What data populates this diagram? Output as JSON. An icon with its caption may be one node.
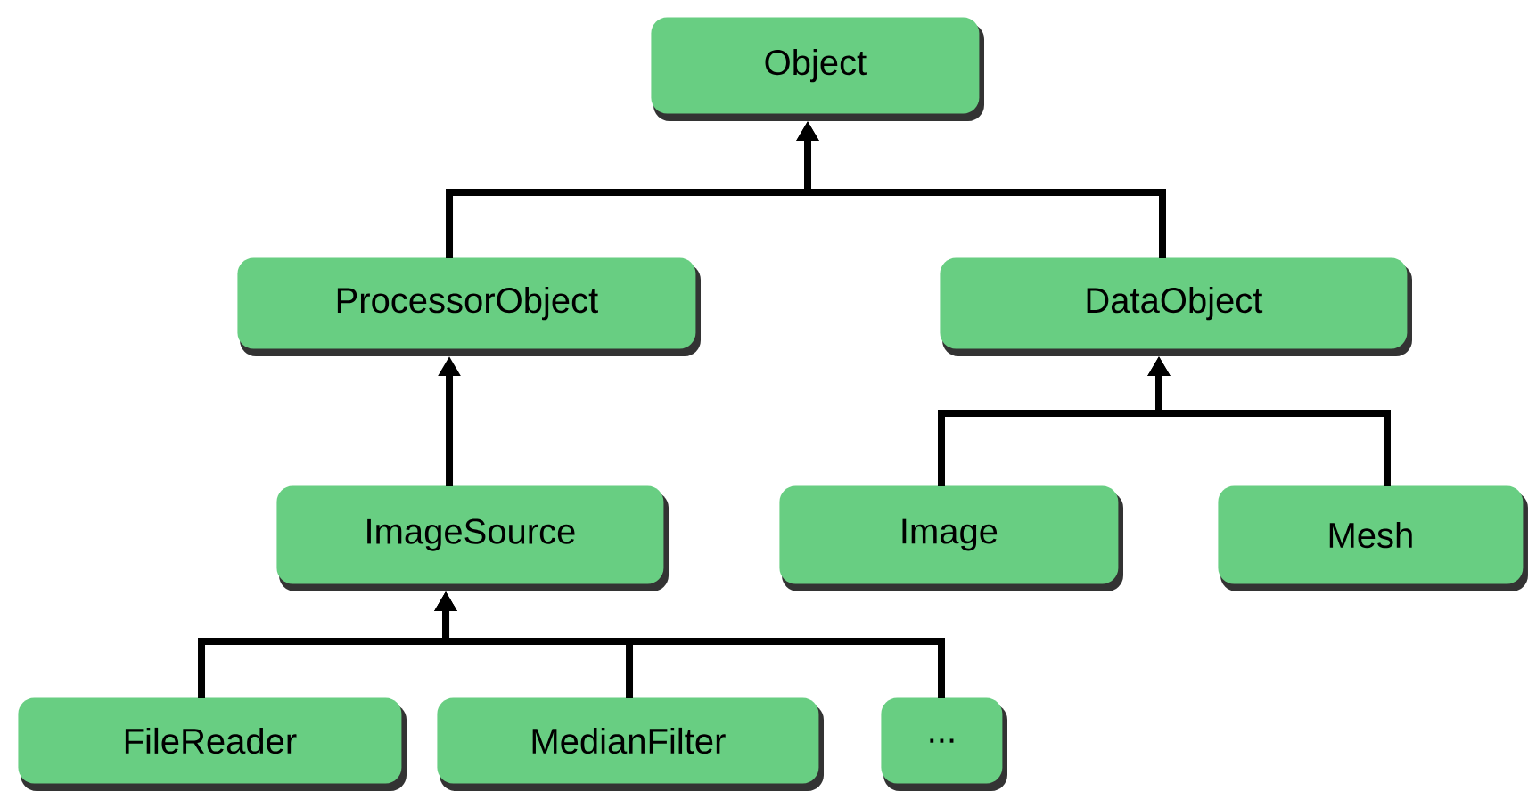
{
  "diagram": {
    "nodes": [
      {
        "text": [
          "Object"
        ]
      },
      {
        "text": [
          "ProcessorObject"
        ]
      },
      {
        "text": [
          "DataObject"
        ]
      },
      {
        "text": [
          "ImageSource"
        ]
      },
      {
        "text": [
          "Image"
        ]
      },
      {
        "text": [
          "Mesh"
        ]
      },
      {
        "text": [
          "FileReader"
        ]
      },
      {
        "text": [
          "MedianFilter"
        ]
      },
      {
        "text": [
          "..."
        ]
      }
    ],
    "edges": [
      {
        "from": 1,
        "to": 0,
        "arrow": "to"
      },
      {
        "from": 2,
        "to": 0,
        "arrow": "to"
      },
      {
        "from": 3,
        "to": 1,
        "arrow": "to"
      },
      {
        "from": 4,
        "to": 2,
        "arrow": "to"
      },
      {
        "from": 5,
        "to": 2,
        "arrow": "to"
      },
      {
        "from": 6,
        "to": 3,
        "arrow": "to"
      },
      {
        "from": 7,
        "to": 3,
        "arrow": "to"
      },
      {
        "from": 8,
        "to": 3,
        "arrow": "to"
      }
    ]
  }
}
